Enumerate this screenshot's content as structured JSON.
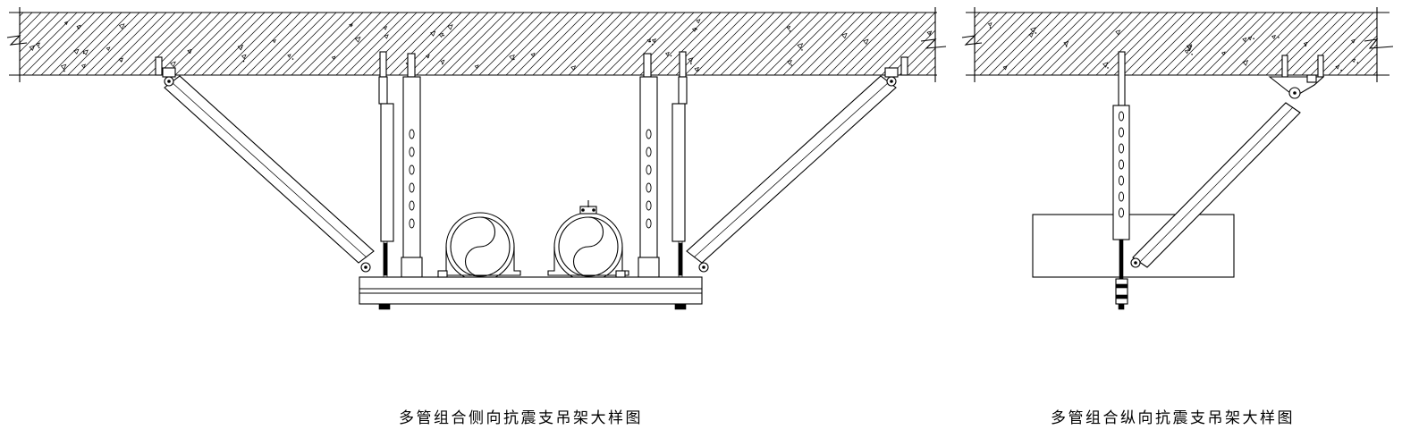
{
  "captions": {
    "lateral": "多管组合侧向抗震支吊架大样图",
    "longitudinal": "多管组合纵向抗震支吊架大样图"
  },
  "views": [
    {
      "id": "lateral-view",
      "pipe_count": 2,
      "brace_count": 2,
      "hanger_count": 4
    },
    {
      "id": "longitudinal-view",
      "pipe_count": 1,
      "brace_count": 1,
      "hanger_count": 1
    }
  ],
  "colors": {
    "line": "#000000",
    "background": "#ffffff"
  }
}
